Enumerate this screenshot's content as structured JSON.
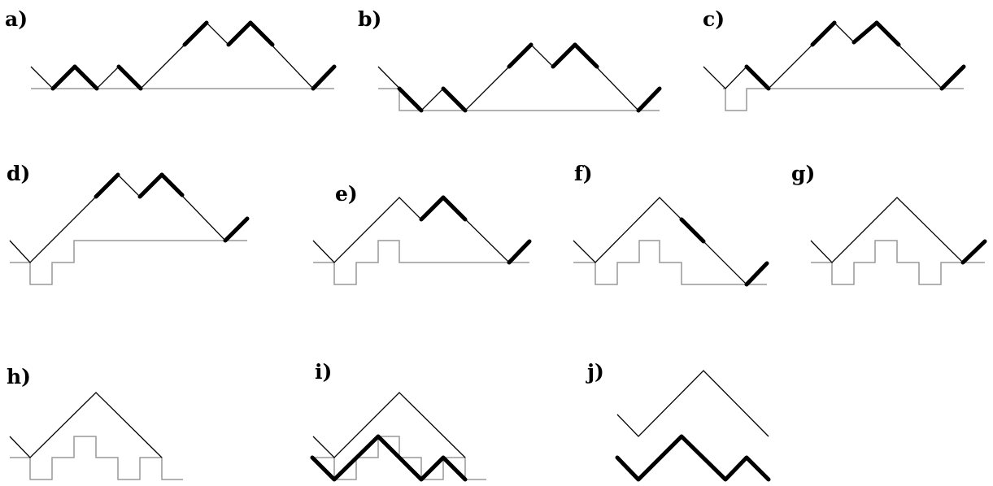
{
  "figure": {
    "panels": [
      {
        "id": "a",
        "label": "a)"
      },
      {
        "id": "b",
        "label": "b)"
      },
      {
        "id": "c",
        "label": "c)"
      },
      {
        "id": "d",
        "label": "d)"
      },
      {
        "id": "e",
        "label": "e)"
      },
      {
        "id": "f",
        "label": "f)"
      },
      {
        "id": "g",
        "label": "g)"
      },
      {
        "id": "h",
        "label": "h)"
      },
      {
        "id": "i",
        "label": "i)"
      },
      {
        "id": "j",
        "label": "j)"
      }
    ],
    "colors": {
      "path": "#000000",
      "staircase": "#999999",
      "background": "#ffffff"
    }
  }
}
